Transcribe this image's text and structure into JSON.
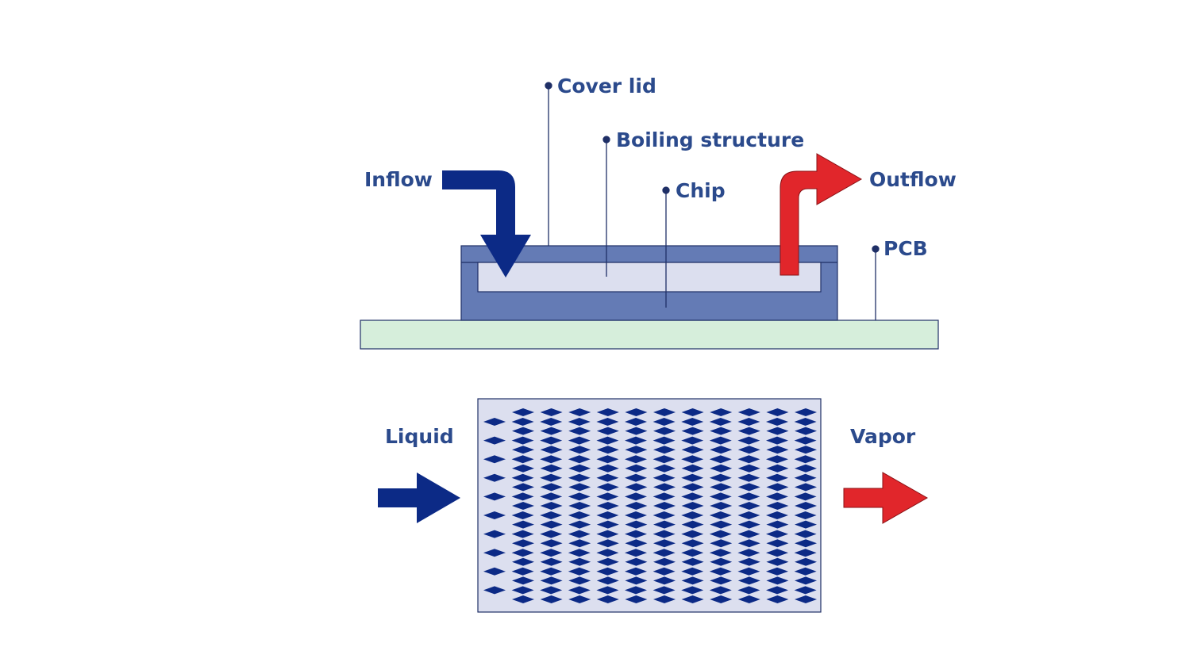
{
  "labels": {
    "cover_lid": "Cover lid",
    "boiling_structure": "Boiling structure",
    "chip": "Chip",
    "pcb": "PCB",
    "inflow": "Inflow",
    "outflow": "Outflow",
    "liquid": "Liquid",
    "vapor": "Vapor"
  },
  "colors": {
    "label_text": "#2b4a8c",
    "leader_line": "#1f2f66",
    "cover_lid_fill": "#647bb5",
    "boiling_structure_fill": "#dcdfef",
    "pcb_fill": "#d6eedb",
    "inflow_arrow": "#0c2a86",
    "outflow_arrow": "#e1262b",
    "diamond_fill": "#0c2a86",
    "grid_background": "#dcdfef"
  },
  "icons": {
    "inflow": "bent-arrow-down-icon",
    "outflow": "bent-arrow-up-right-icon",
    "liquid": "arrow-right-icon",
    "vapor": "arrow-right-icon"
  }
}
